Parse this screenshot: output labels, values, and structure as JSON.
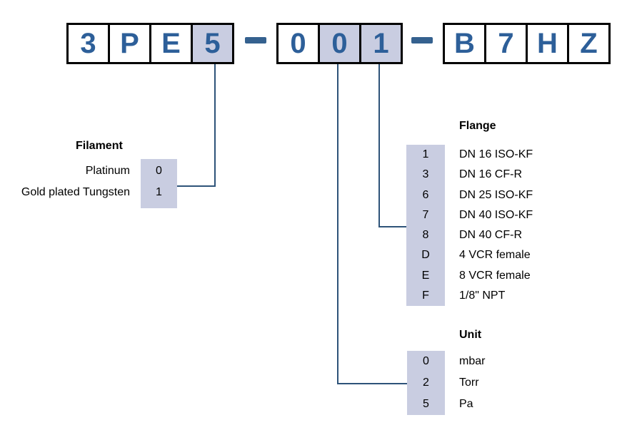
{
  "part_number": {
    "full_code": "3PE5-001-B7HZ",
    "separator": "-",
    "boxes": [
      {
        "char": "3",
        "highlighted": false
      },
      {
        "char": "P",
        "highlighted": false
      },
      {
        "char": "E",
        "highlighted": false
      },
      {
        "char": "5",
        "highlighted": true
      },
      {
        "char": "0",
        "highlighted": false
      },
      {
        "char": "0",
        "highlighted": true
      },
      {
        "char": "1",
        "highlighted": true
      },
      {
        "char": "B",
        "highlighted": false
      },
      {
        "char": "7",
        "highlighted": false
      },
      {
        "char": "H",
        "highlighted": false
      },
      {
        "char": "Z",
        "highlighted": false
      }
    ]
  },
  "sections": {
    "filament": {
      "title": "Filament",
      "options": [
        {
          "code": "0",
          "label": "Platinum"
        },
        {
          "code": "1",
          "label": "Gold plated Tungsten"
        }
      ]
    },
    "flange": {
      "title": "Flange",
      "options": [
        {
          "code": "1",
          "label": "DN 16 ISO-KF"
        },
        {
          "code": "3",
          "label": "DN 16 CF-R"
        },
        {
          "code": "6",
          "label": "DN 25 ISO-KF"
        },
        {
          "code": "7",
          "label": "DN 40 ISO-KF"
        },
        {
          "code": "8",
          "label": "DN 40 CF-R"
        },
        {
          "code": "D",
          "label": "4 VCR female"
        },
        {
          "code": "E",
          "label": "8 VCR female"
        },
        {
          "code": "F",
          "label": "1/8\" NPT"
        }
      ]
    },
    "unit": {
      "title": "Unit",
      "options": [
        {
          "code": "0",
          "label": "mbar"
        },
        {
          "code": "2",
          "label": "Torr"
        },
        {
          "code": "5",
          "label": "Pa"
        }
      ]
    }
  },
  "colors": {
    "char_blue": "#2d5f99",
    "highlight_fill": "#c9cde1",
    "connector_line": "#2e5379",
    "box_border": "#000000"
  }
}
